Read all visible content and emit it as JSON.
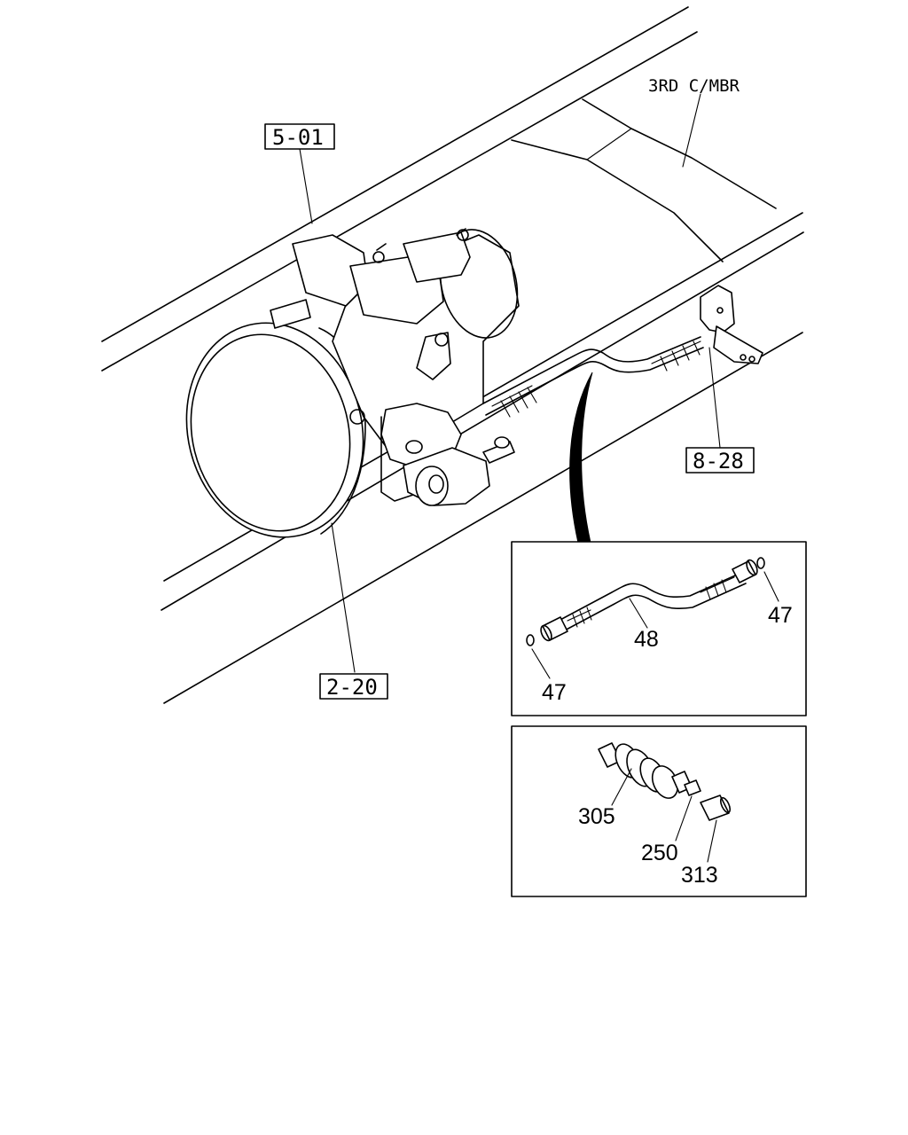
{
  "callouts": {
    "ref_5_01": "5-01",
    "ref_8_28": "8-28",
    "ref_2_20": "2-20",
    "frame_label": "3RD C/MBR"
  },
  "detail_hose": {
    "part_48": "48",
    "part_47_right": "47",
    "part_47_left": "47"
  },
  "detail_boot": {
    "part_305": "305",
    "part_250": "250",
    "part_313": "313"
  }
}
